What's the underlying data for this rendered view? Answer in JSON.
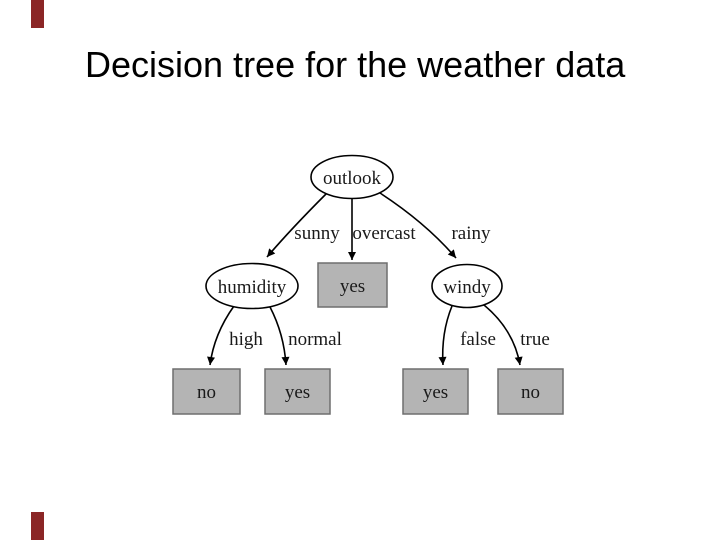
{
  "slide": {
    "title": "Decision tree for the weather data",
    "title_color": "#000000",
    "background_color": "#ffffff",
    "accent_bar_color": "#8b2626"
  },
  "tree": {
    "decision_nodes": [
      {
        "label": "outlook"
      },
      {
        "label": "humidity"
      },
      {
        "label": "windy"
      }
    ],
    "leaf_nodes": [
      {
        "label": "yes"
      },
      {
        "label": "no"
      },
      {
        "label": "yes"
      },
      {
        "label": "yes"
      },
      {
        "label": "no"
      }
    ],
    "edges": [
      {
        "from": "outlook",
        "label": "sunny",
        "to": "humidity"
      },
      {
        "from": "outlook",
        "label": "overcast",
        "to": "yes"
      },
      {
        "from": "outlook",
        "label": "rainy",
        "to": "windy"
      },
      {
        "from": "humidity",
        "label": "high",
        "to": "no"
      },
      {
        "from": "humidity",
        "label": "normal",
        "to": "yes"
      },
      {
        "from": "windy",
        "label": "false",
        "to": "yes"
      },
      {
        "from": "windy",
        "label": "true",
        "to": "no"
      }
    ],
    "leaf_fill_color": "#b4b4b4",
    "leaf_border_color": "#6e6e6e",
    "node_stroke_color": "#000000"
  }
}
